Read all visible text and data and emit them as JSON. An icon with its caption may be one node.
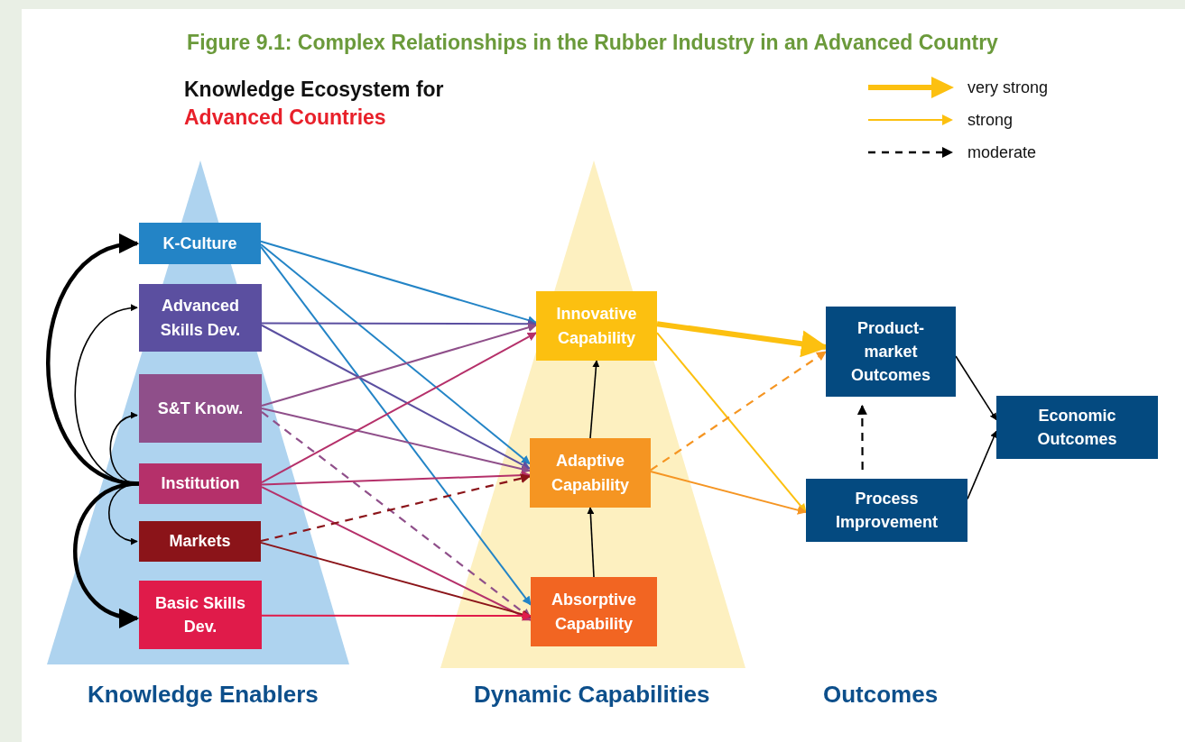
{
  "diagram": {
    "title": "Figure 9.1: Complex Relationships in the Rubber Industry in an Advanced Country",
    "nodes": [
      {
        "text": [
          "K-Culture"
        ]
      },
      {
        "text": [
          "Advanced Skills Dev."
        ]
      },
      {
        "text": [
          "S&T Know."
        ]
      },
      {
        "text": [
          "Institution"
        ]
      },
      {
        "text": [
          "Markets"
        ]
      },
      {
        "text": [
          "Basic Skills Dev."
        ]
      },
      {
        "text": [
          "Innovative Capability"
        ]
      },
      {
        "text": [
          "Adaptive Capability"
        ]
      },
      {
        "text": [
          "Absorptive Capability"
        ]
      },
      {
        "text": [
          "Product-market Outcomes"
        ]
      },
      {
        "text": [
          "Process Improvement"
        ]
      },
      {
        "text": [
          "Economic Outcomes"
        ]
      }
    ],
    "edges": [
      {
        "from": 3,
        "to": 0,
        "arrow": "to",
        "style": "thick"
      },
      {
        "from": 3,
        "to": 1,
        "arrow": "to"
      },
      {
        "from": 3,
        "to": 2,
        "arrow": "to"
      },
      {
        "from": 3,
        "to": 4,
        "arrow": "to"
      },
      {
        "from": 3,
        "to": 5,
        "arrow": "to",
        "style": "thick"
      },
      {
        "from": 0,
        "to": 6,
        "arrow": "to",
        "color": "#2384c6"
      },
      {
        "from": 0,
        "to": 7,
        "arrow": "to",
        "color": "#2384c6"
      },
      {
        "from": 0,
        "to": 8,
        "arrow": "to",
        "color": "#2384c6"
      },
      {
        "from": 1,
        "to": 6,
        "arrow": "to",
        "color": "#5b4fa0"
      },
      {
        "from": 1,
        "to": 7,
        "arrow": "to",
        "color": "#5b4fa0"
      },
      {
        "from": 2,
        "to": 6,
        "arrow": "to",
        "color": "#8f4f8a"
      },
      {
        "from": 2,
        "to": 7,
        "arrow": "to",
        "color": "#8f4f8a"
      },
      {
        "from": 2,
        "to": 8,
        "arrow": "to",
        "style": "dashed",
        "color": "#8f4f8a"
      },
      {
        "from": 3,
        "to": 6,
        "arrow": "to",
        "color": "#b5306a"
      },
      {
        "from": 3,
        "to": 7,
        "arrow": "to",
        "color": "#b5306a"
      },
      {
        "from": 3,
        "to": 8,
        "arrow": "to",
        "color": "#b5306a"
      },
      {
        "from": 4,
        "to": 7,
        "arrow": "to",
        "style": "dashed",
        "color": "#8b1419"
      },
      {
        "from": 4,
        "to": 8,
        "arrow": "to",
        "color": "#8b1419"
      },
      {
        "from": 5,
        "to": 8,
        "arrow": "to",
        "color": "#e01b4a"
      },
      {
        "from": 8,
        "to": 7,
        "arrow": "to"
      },
      {
        "from": 7,
        "to": 6,
        "arrow": "to"
      },
      {
        "from": 6,
        "to": 9,
        "arrow": "to",
        "style": "thick",
        "color": "#fcc010"
      },
      {
        "from": 6,
        "to": 10,
        "arrow": "to",
        "color": "#fcc010"
      },
      {
        "from": 7,
        "to": 9,
        "arrow": "to",
        "style": "dashed",
        "color": "#f59522"
      },
      {
        "from": 7,
        "to": 10,
        "arrow": "to",
        "color": "#f59522"
      },
      {
        "from": 10,
        "to": 9,
        "arrow": "to",
        "style": "dashed"
      },
      {
        "from": 9,
        "to": 11,
        "arrow": "to"
      },
      {
        "from": 10,
        "to": 11,
        "arrow": "to"
      }
    ],
    "labels": [
      "Knowledge Ecosystem for",
      "Advanced Countries",
      "Knowledge Enablers",
      "Dynamic Capabilities",
      "Outcomes"
    ],
    "legend": [
      {
        "text": "very strong"
      },
      {
        "text": "strong"
      },
      {
        "text": "moderate"
      }
    ]
  }
}
